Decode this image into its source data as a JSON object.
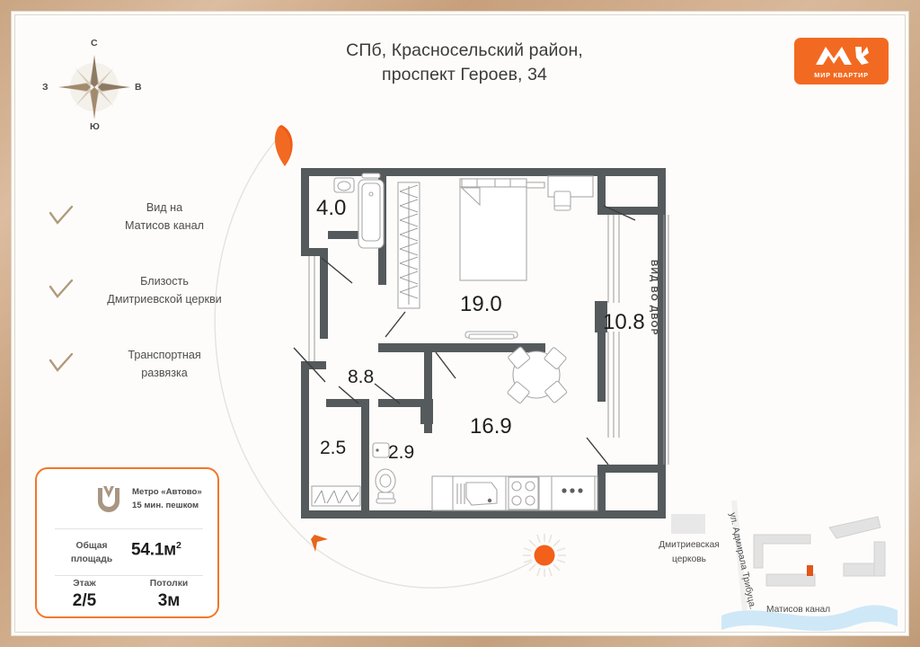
{
  "header": {
    "title_line1": "СПб, Красносельский район,",
    "title_line2": "проспект Героев, 34"
  },
  "logo": {
    "brand": "МИР КВАРТИР",
    "mark": "MK",
    "color": "#f26a21"
  },
  "compass": {
    "north": "С",
    "east": "В",
    "south": "Ю",
    "west": "З"
  },
  "features": [
    {
      "line1": "Вид на",
      "line2": "Матисов канал"
    },
    {
      "line1": "Близость",
      "line2": "Дмитриевской церкви"
    },
    {
      "line1": "Транспортная",
      "line2": "развязка"
    }
  ],
  "info_card": {
    "metro_line1": "Метро «Автово»",
    "metro_line2": "15 мин. пешком",
    "area_label_line1": "Общая",
    "area_label_line2": "площадь",
    "area_value": "54.1м",
    "area_unit": "2",
    "floor_label": "Этаж",
    "floor_value": "2/5",
    "ceiling_label": "Потолки",
    "ceiling_value": "3м",
    "accent": "#f2762a"
  },
  "plan": {
    "view_label": "ВИД ВО ДВОР",
    "rooms": [
      {
        "name": "bathroom",
        "area": "4.0"
      },
      {
        "name": "bedroom",
        "area": "19.0"
      },
      {
        "name": "loggia",
        "area": "10.8"
      },
      {
        "name": "hall",
        "area": "8.8"
      },
      {
        "name": "closet",
        "area": "2.5"
      },
      {
        "name": "wc",
        "area": "2.9"
      },
      {
        "name": "kitchen-living",
        "area": "16.9"
      }
    ]
  },
  "minimap": {
    "church_line1": "Дмитриевская",
    "church_line2": "церковь",
    "street": "ул. Адмирала Трибуца.",
    "canal": "Матисов канал"
  }
}
